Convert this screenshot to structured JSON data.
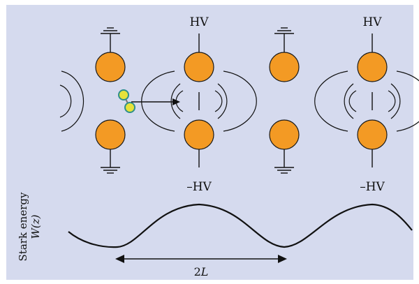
{
  "labels": {
    "hv_top": "HV",
    "hv_bottom": "–HV",
    "ylabel_line1": "Stark energy",
    "ylabel_line2": "W(z)",
    "period_label_prefix": "2",
    "period_label_var": "L"
  },
  "colors": {
    "background": "#d5daee",
    "electrode": "#f39a24",
    "electrode_stroke": "#1a1a1a",
    "line": "#111111",
    "molecule_atom": "#e6e23a",
    "molecule_atom2": "#35a9a5"
  }
}
